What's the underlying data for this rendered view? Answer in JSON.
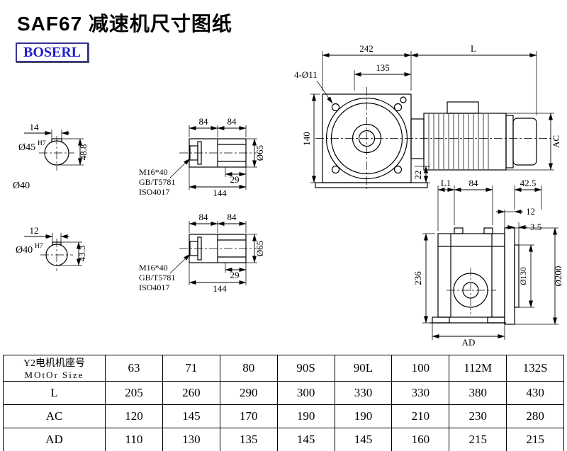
{
  "page": {
    "title": "SAF67 减速机尺寸图纸",
    "brand": "BOSERL"
  },
  "front_view": {
    "dim_242": "242",
    "dim_l": "L",
    "dim_135": "135",
    "holes": "4-Ø11",
    "dim_140": "140",
    "dim_22": "22",
    "dim_ac": "AC"
  },
  "shaft_end_top": {
    "dim_14": "14",
    "bore": "Ø45",
    "bore_tol": "H7",
    "dim_height": "48.8",
    "od_label": "Ø40"
  },
  "shaft_end_bottom": {
    "dim_12": "12",
    "bore": "Ø40",
    "bore_tol": "H7",
    "dim_height": "43.3"
  },
  "shaft_side_top": {
    "dim_84a": "84",
    "dim_84b": "84",
    "dim_29": "29",
    "dim_144": "144",
    "dim_d65": "Ø65",
    "bolt_spec": "M16*40",
    "bolt_std1": "GB/T5781",
    "bolt_std2": "ISO4017"
  },
  "shaft_side_bottom": {
    "dim_84a": "84",
    "dim_84b": "84",
    "dim_29": "29",
    "dim_144": "144",
    "dim_d65": "Ø65",
    "bolt_spec": "M16*40",
    "bolt_std1": "GB/T5781",
    "bolt_std2": "ISO4017"
  },
  "side_view": {
    "dim_l1": "L1",
    "dim_84": "84",
    "dim_42_5": "42.5",
    "dim_12": "12",
    "dim_3_5": "3.5",
    "dim_236": "236",
    "dim_d130": "Ø130",
    "dim_d200": "Ø200",
    "dim_ad": "AD"
  },
  "table": {
    "header_label_line1": "Y2电机机座号",
    "header_label_line2": "MOtOr Size",
    "motor_sizes": [
      "63",
      "71",
      "80",
      "90S",
      "90L",
      "100",
      "112M",
      "132S"
    ],
    "rows": [
      {
        "label": "L",
        "values": [
          "205",
          "260",
          "290",
          "300",
          "330",
          "330",
          "380",
          "430"
        ]
      },
      {
        "label": "AC",
        "values": [
          "120",
          "145",
          "170",
          "190",
          "190",
          "210",
          "230",
          "280"
        ]
      },
      {
        "label": "AD",
        "values": [
          "110",
          "130",
          "135",
          "145",
          "145",
          "160",
          "215",
          "215"
        ]
      }
    ]
  }
}
